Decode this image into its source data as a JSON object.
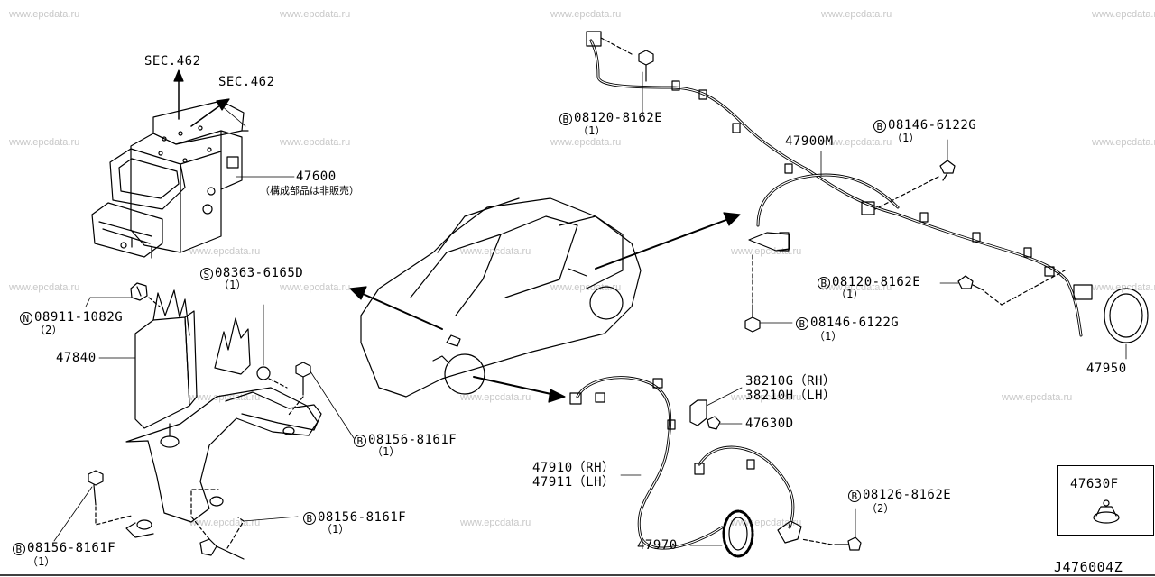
{
  "watermark": "www.epcdata.ru",
  "diagram_code": "J476004Z",
  "labels": {
    "sec_up": "SEC.462",
    "sec_right": "SEC.462",
    "actuator": "47600",
    "actuator_note": "（構成部品は非販売）",
    "bracket": "47840",
    "nut_code": "08911-1082G",
    "nut_prefix": "N",
    "nut_qty": "（2）",
    "screw_code": "08363-6165D",
    "screw_prefix": "S",
    "screw_qty": "（1）",
    "bolt_a_code": "08156-8161F",
    "bolt_a_qty": "（1）",
    "bolt_b_code": "08156-8161F",
    "bolt_b_qty": "（1）",
    "bolt_c_code": "08156-8161F",
    "bolt_c_qty": "（1）",
    "b_prefix": "B",
    "bolt_rear1_code": "08120-8162E",
    "bolt_rear1_qty": "（1）",
    "harness": "47900M",
    "bolt_rear2_code": "08146-6122G",
    "bolt_rear2_qty": "（1）",
    "bolt_rear3_code": "08120-8162E",
    "bolt_rear3_qty": "（1）",
    "bolt_rear4_code": "08146-6122G",
    "bolt_rear4_qty": "（1）",
    "rear_rotor": "47950",
    "bracket_rh": "38210G（RH）",
    "bracket_lh": "38210H（LH）",
    "bolt_front_a": "47630D",
    "sensor_rh": "47910（RH）",
    "sensor_lh": "47911（LH）",
    "bolt_front_code": "08126-8162E",
    "bolt_front_qty": "（2）",
    "front_rotor": "47970",
    "inset_part": "47630F"
  }
}
